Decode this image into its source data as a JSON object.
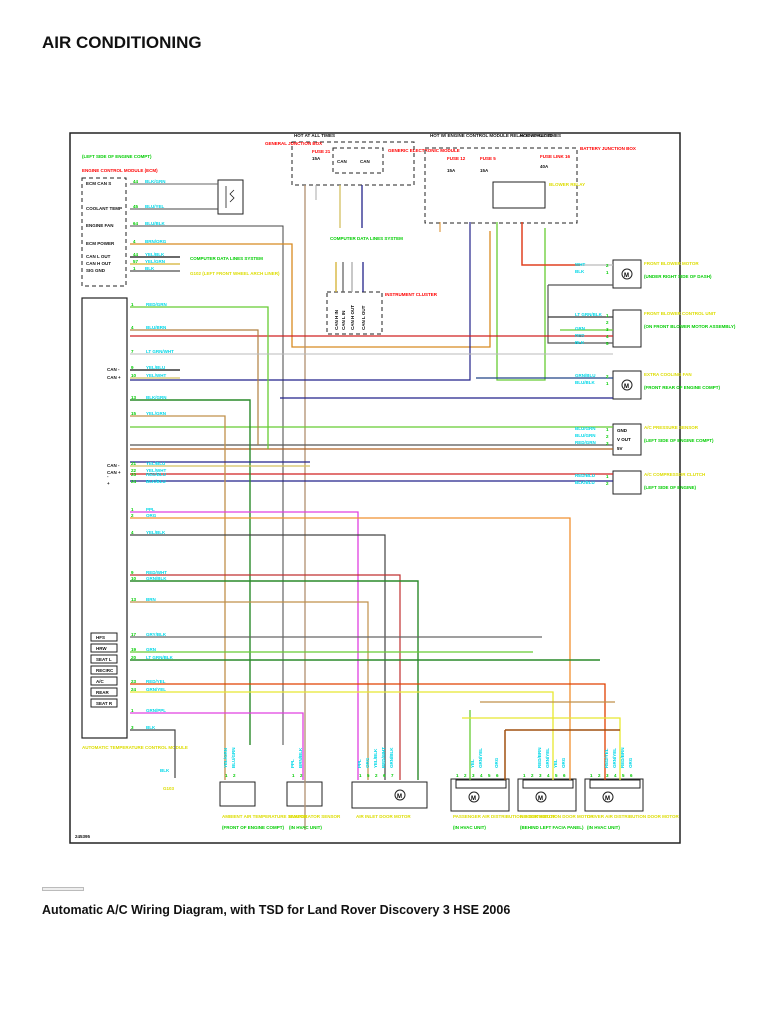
{
  "page": {
    "title": "AIR CONDITIONING",
    "caption": "Automatic A/C Wiring Diagram, with TSD for Land Rover Discovery 3 HSE 2006"
  },
  "diagram": {
    "figure_id": "245395",
    "top_labels": {
      "hot_all_times_left": "HOT AT ALL TIMES",
      "hot_engine_control": "HOT W/ ENGINE CONTROL MODULE RELAY ENERGIZED",
      "hot_all_times_right": "HOT AT ALL TIMES"
    },
    "boxes": {
      "general_junction_box": "GENERAL JUNCTION BOX",
      "generic_electronic_module": "GENERIC ELECTRONIC MODULE",
      "battery_junction_box": "BATTERY JUNCTION BOX",
      "blower_relay": "BLOWER RELAY",
      "instrument_cluster": "INSTRUMENT CLUSTER",
      "ecm_location": "(LEFT SIDE OF ENGINE COMPT)",
      "ecm": "ENGINE CONTROL MODULE (ECM)",
      "climate_module": "AUTOMATIC TEMPERATURE CONTROL MODULE"
    },
    "fuses": [
      {
        "name": "FUSE 21",
        "rating": "15A"
      },
      {
        "name": "FUSE 12",
        "rating": "15A"
      },
      {
        "name": "FUSE 5",
        "rating": "15A"
      },
      {
        "name": "FUSE LINK 16",
        "rating": "40A"
      }
    ],
    "gem_pins": [
      "CAN",
      "CAN"
    ],
    "ecm_pins": [
      {
        "label": "ECM CAN S",
        "pin": "44",
        "wire": "BLK/GRN"
      },
      {
        "label": "COOLANT TEMP",
        "pin": "45",
        "wire": "BLU/YEL"
      },
      {
        "label": "ENGINE FAN",
        "pin": "64",
        "wire": "BLU/BLK"
      },
      {
        "label": "ECM POWER",
        "pin": "4",
        "wire": "BRN/ORG"
      },
      {
        "label": "CAN L OUT",
        "pin": "44",
        "wire": "YEL/BLK"
      },
      {
        "label": "CAN H OUT",
        "pin": "57",
        "wire": "YEL/GRN"
      },
      {
        "label": "SIG GND",
        "pin": "1",
        "wire": "BLK"
      }
    ],
    "computer_data_lines": "COMPUTER DATA LINES SYSTEM",
    "ground_label": "G102 (LEFT FRONT WHEEL ARCH LINER)",
    "cluster_pins": [
      "CAN H IN",
      "CAN L IN",
      "CAN H OUT",
      "CAN L OUT"
    ],
    "climate_connector_a": [
      {
        "pin": "1",
        "wire": "RED/GRN"
      },
      {
        "pin": "4",
        "wire": "BLU/BRN"
      },
      {
        "pin": "7",
        "wire": "LT GRN/WHT"
      },
      {
        "pin": "9",
        "wire": "YEL/BLU",
        "signal": "CAN -"
      },
      {
        "pin": "10",
        "wire": "YEL/WHT",
        "signal": "CAN +"
      },
      {
        "pin": "13",
        "wire": "BLK/GRN"
      },
      {
        "pin": "15",
        "wire": "YEL/GRN"
      },
      {
        "pin": "21",
        "wire": "YEL/BLU",
        "signal": "CAN -"
      },
      {
        "pin": "22",
        "wire": "YEL/WHT",
        "signal": "CAN +"
      },
      {
        "pin": "23",
        "wire": "RED/BLU",
        "signal": "-"
      },
      {
        "pin": "24",
        "wire": "BLK/BLU",
        "signal": "+"
      }
    ],
    "climate_connector_b": [
      {
        "pin": "1",
        "wire": "PPL"
      },
      {
        "pin": "2",
        "wire": "ORG"
      },
      {
        "pin": "4",
        "wire": "YEL/BLK"
      },
      {
        "pin": "9",
        "wire": "RED/WHT"
      },
      {
        "pin": "10",
        "wire": "GRN/BLK"
      },
      {
        "pin": "13",
        "wire": "BRN"
      },
      {
        "pin": "17",
        "wire": "GRY/BLK"
      },
      {
        "pin": "19",
        "wire": "GRN"
      },
      {
        "pin": "20",
        "wire": "LT GRN/BLK"
      },
      {
        "pin": "23",
        "wire": "RED/YEL"
      },
      {
        "pin": "24",
        "wire": "GRN/YEL"
      }
    ],
    "climate_connector_c": [
      {
        "pin": "1",
        "wire": "GRN/PPL"
      },
      {
        "pin": "3",
        "wire": "BLK"
      }
    ],
    "climate_buttons": [
      "HFS",
      "HRW",
      "SEAT L",
      "RECIRC",
      "A/C",
      "REAR",
      "SEAT R"
    ],
    "right_components": [
      {
        "name": "FRONT BLOWER MOTOR",
        "loc": "(UNDER RIGHT SIDE OF DASH)",
        "pins": [
          {
            "pin": "2",
            "wire": "WHT"
          },
          {
            "pin": "1",
            "wire": "BLK"
          }
        ]
      },
      {
        "name": "FRONT BLOWER CONTROL UNIT",
        "loc": "(ON FRONT BLOWER MOTOR ASSEMBLY)",
        "pins": [
          {
            "pin": "1",
            "wire": "LT GRN/BLK"
          },
          {
            "pin": "2",
            "wire": ""
          },
          {
            "pin": "3",
            "wire": "GRN"
          },
          {
            "pin": "4",
            "wire": "RED"
          },
          {
            "pin": "5",
            "wire": "BLK"
          }
        ]
      },
      {
        "name": "EXTRA COOLING FAN",
        "loc": "(FRONT REAR OF ENGINE COMPT)",
        "pins": [
          {
            "pin": "2",
            "wire": "GRN/BLU"
          },
          {
            "pin": "1",
            "wire": "BLU/BLK"
          }
        ]
      },
      {
        "name": "A/C PRESSURE SENSOR",
        "loc": "(LEFT SIDE OF ENGINE COMPT)",
        "pins": [
          {
            "pin": "1",
            "wire": "BLU/GRN",
            "signal": "GND"
          },
          {
            "pin": "2",
            "wire": "BLU/GRN",
            "signal": "V OUT"
          },
          {
            "pin": "3",
            "wire": "RED/GRN",
            "signal": "5V"
          }
        ]
      },
      {
        "name": "A/C COMPRESSOR CLUTCH",
        "loc": "(LEFT SIDE OF ENGINE)",
        "pins": [
          {
            "pin": "1",
            "wire": "RED/BLU",
            "signal": "-"
          },
          {
            "pin": "2",
            "wire": "BLK/BLU",
            "signal": "+"
          }
        ]
      }
    ],
    "bottom_components": [
      {
        "name": "AMBIENT AIR TEMPERATURE SENSOR",
        "loc": "(FRONT OF ENGINE COMPT)",
        "pins": [
          {
            "pin": "1",
            "wire": "YEL/GRN"
          },
          {
            "pin": "2",
            "wire": "BLU/GRN"
          }
        ]
      },
      {
        "name": "EVAPORATOR SENSOR",
        "loc": "(IN HVAC UNIT)",
        "pins": [
          {
            "pin": "1",
            "wire": "PPL"
          },
          {
            "pin": "2",
            "wire": "BRN/BLK"
          }
        ]
      },
      {
        "name": "AIR INLET DOOR MOTOR",
        "loc": "",
        "pins": [
          {
            "pin": "1",
            "wire": "PPL"
          },
          {
            "pin": "5",
            "wire": "ORG"
          },
          {
            "pin": "2",
            "wire": "YEL/BLK"
          },
          {
            "pin": "6",
            "wire": "RED/WHT"
          },
          {
            "pin": "7",
            "wire": "GRN/BLK"
          }
        ]
      },
      {
        "name": "PASSENGER AIR DISTRIBUTION DOOR MOTOR",
        "loc": "(IN HVAC UNIT)",
        "pins": [
          {
            "pin": "1"
          },
          {
            "pin": "2"
          },
          {
            "pin": "3",
            "wire": "YEL"
          },
          {
            "pin": "4",
            "wire": "GRN/YEL"
          },
          {
            "pin": "5"
          },
          {
            "pin": "6",
            "wire": "ORG"
          }
        ]
      },
      {
        "name": "AIR DISTRIBUTION DOOR MOTOR",
        "loc": "(BEHIND LEFT FACIA PANEL)",
        "pins": [
          {
            "pin": "1"
          },
          {
            "pin": "2"
          },
          {
            "pin": "3",
            "wire": "RED/BRN"
          },
          {
            "pin": "4",
            "wire": "GRN/YEL"
          },
          {
            "pin": "5",
            "wire": "YEL"
          },
          {
            "pin": "6",
            "wire": "ORG"
          }
        ]
      },
      {
        "name": "DRIVER AIR DISTRIBUTION DOOR MOTOR",
        "loc": "(IN HVAC UNIT)",
        "pins": [
          {
            "pin": "1"
          },
          {
            "pin": "2"
          },
          {
            "pin": "3",
            "wire": "RED/YEL"
          },
          {
            "pin": "4",
            "wire": "GRN/YEL"
          },
          {
            "pin": "5",
            "wire": "RED/BRN"
          },
          {
            "pin": "6",
            "wire": "ORG"
          }
        ]
      }
    ],
    "ground_bottom": {
      "wire": "BLK",
      "label": "G103"
    },
    "colors": {
      "label_red": "#ff0000",
      "label_green": "#00cc00",
      "label_yellow": "#ffff00",
      "label_cyan": "#00ffff"
    }
  }
}
